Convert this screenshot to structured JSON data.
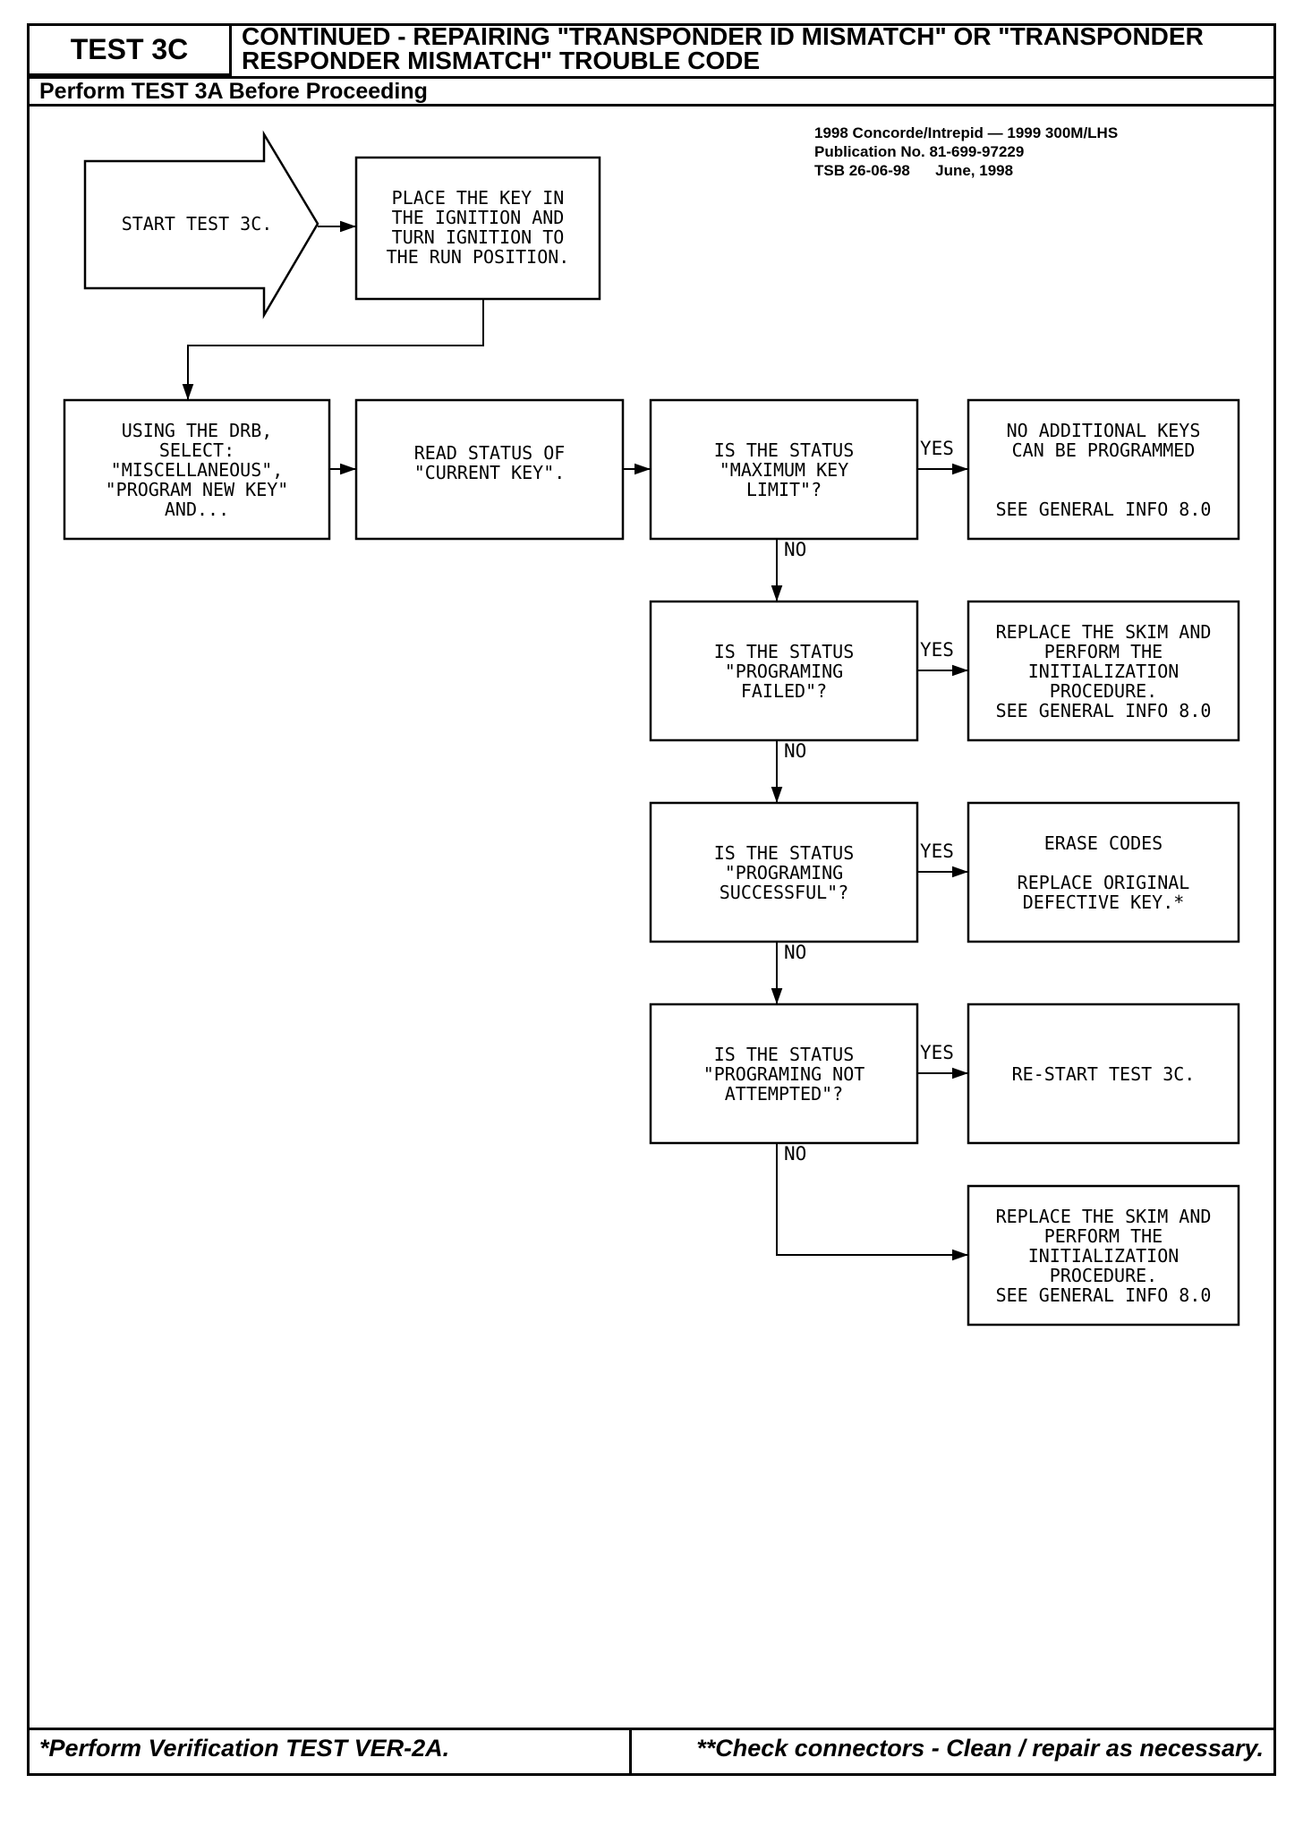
{
  "header": {
    "test_label": "TEST 3C",
    "title_line1": "CONTINUED - REPAIRING \"TRANSPONDER ID MISMATCH\" OR \"TRANSPONDER",
    "title_line2": "RESPONDER MISMATCH\" TROUBLE CODE",
    "subtitle": "Perform TEST 3A Before Proceeding"
  },
  "publication": {
    "line1": "1998 Concorde/Intrepid — 1999 300M/LHS",
    "line2": "Publication No. 81-699-97229",
    "line3": "TSB 26-06-98      June, 1998"
  },
  "flowchart": {
    "start": [
      "START TEST 3C."
    ],
    "place_key": [
      "PLACE THE KEY IN",
      "THE IGNITION AND",
      "TURN IGNITION TO",
      "THE RUN POSITION."
    ],
    "drb_select": [
      "USING THE DRB,",
      "SELECT:",
      "\"MISCELLANEOUS\",",
      "\"PROGRAM NEW KEY\"",
      "AND..."
    ],
    "read_status": [
      "READ STATUS OF",
      "\"CURRENT KEY\"."
    ],
    "q1": [
      "IS THE STATUS",
      "\"MAXIMUM KEY",
      "LIMIT\"?"
    ],
    "a1": [
      "NO ADDITIONAL KEYS",
      "CAN BE PROGRAMMED",
      "",
      "",
      "SEE GENERAL INFO 8.0"
    ],
    "q2": [
      "IS THE STATUS",
      "\"PROGRAMING",
      "FAILED\"?"
    ],
    "a2": [
      "REPLACE THE SKIM AND",
      "PERFORM THE",
      "INITIALIZATION",
      "PROCEDURE.",
      "SEE GENERAL INFO 8.0"
    ],
    "q3": [
      "IS THE STATUS",
      "\"PROGRAMING",
      "SUCCESSFUL\"?"
    ],
    "a3": [
      "ERASE CODES",
      "",
      "REPLACE ORIGINAL",
      "DEFECTIVE KEY.*"
    ],
    "q4": [
      "IS THE STATUS",
      "\"PROGRAMING NOT",
      "ATTEMPTED\"?"
    ],
    "a4": [
      "RE-START TEST 3C."
    ],
    "a5": [
      "REPLACE THE SKIM AND",
      "PERFORM THE",
      "INITIALIZATION",
      "PROCEDURE.",
      "SEE GENERAL INFO 8.0"
    ],
    "yes_label": "YES",
    "no_label": "NO"
  },
  "footer": {
    "left": "*Perform Verification TEST VER-2A.",
    "right": "**Check connectors - Clean / repair as necessary."
  }
}
